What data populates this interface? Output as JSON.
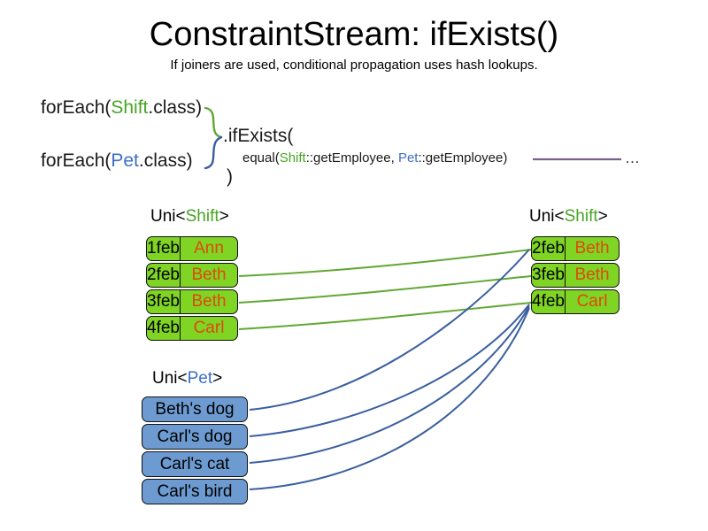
{
  "slide": {
    "title": "ConstraintStream: ifExists()",
    "subtitle": "If joiners are used, conditional propagation uses hash lookups."
  },
  "code": {
    "foreach_shift_prefix": "forEach(",
    "foreach_shift_type": "Shift",
    "foreach_shift_suffix": ".class)",
    "foreach_pet_prefix": "forEach(",
    "foreach_pet_type": "Pet",
    "foreach_pet_suffix": ".class)",
    "if_exists_open": ".ifExists(",
    "equal_prefix": "equal(",
    "equal_shift_type": "Shift",
    "equal_shift_method": "::getEmployee, ",
    "equal_pet_type": "Pet",
    "equal_pet_method": "::getEmployee)",
    "close_paren": ")",
    "ellipsis": "…"
  },
  "labels": {
    "uni_shift_left_prefix": "Uni<",
    "uni_shift_left_type": "Shift",
    "uni_shift_left_suffix": ">",
    "uni_shift_right_prefix": "Uni<",
    "uni_shift_right_type": "Shift",
    "uni_shift_right_suffix": ">",
    "uni_pet_prefix": "Uni<",
    "uni_pet_type": "Pet",
    "uni_pet_suffix": ">"
  },
  "tables": {
    "shift_left": {
      "rows": [
        {
          "date": "1feb",
          "employee": "Ann"
        },
        {
          "date": "2feb",
          "employee": "Beth"
        },
        {
          "date": "3feb",
          "employee": "Beth"
        },
        {
          "date": "4feb",
          "employee": "Carl"
        }
      ]
    },
    "shift_right": {
      "rows": [
        {
          "date": "2feb",
          "employee": "Beth"
        },
        {
          "date": "3feb",
          "employee": "Beth"
        },
        {
          "date": "4feb",
          "employee": "Carl"
        }
      ]
    },
    "pets": {
      "rows": [
        {
          "name": "Beth's dog"
        },
        {
          "name": "Carl's dog"
        },
        {
          "name": "Carl's cat"
        },
        {
          "name": "Carl's bird"
        }
      ]
    }
  },
  "colors": {
    "shift_green_fill": "#7fd424",
    "shift_green_text": "#46a524",
    "pet_blue_fill": "#6d9bd1",
    "pet_blue_text": "#3b6fc4",
    "employee_orange": "#e0490e",
    "wire_green": "#61a733",
    "wire_blue": "#3a5f9e",
    "rule_purple": "#7a5f8a",
    "border_black": "#111111"
  },
  "connections": {
    "shift_matches": [
      {
        "from_row": "2feb",
        "to_row": "2feb"
      },
      {
        "from_row": "3feb",
        "to_row": "3feb"
      },
      {
        "from_row": "4feb",
        "to_row": "4feb"
      }
    ],
    "pet_matches": [
      {
        "from_row": "Beth's dog",
        "to_row": "2feb"
      },
      {
        "from_row": "Carl's dog",
        "to_row": "4feb"
      },
      {
        "from_row": "Carl's cat",
        "to_row": "4feb"
      },
      {
        "from_row": "Carl's bird",
        "to_row": "4feb"
      }
    ]
  }
}
